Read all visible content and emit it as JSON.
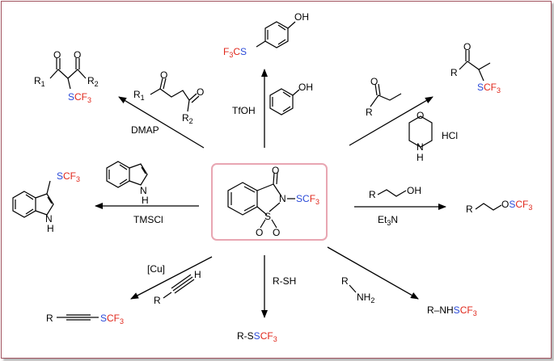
{
  "center_reagent": {
    "N": "N",
    "S": "S",
    "C": "C",
    "F": "F",
    "sub3": "3",
    "O1": "O",
    "O2": "O",
    "O3": "O"
  },
  "reactions": {
    "top": {
      "reagent_label": "TfOH",
      "oh": "OH",
      "product": {
        "F": "F",
        "sub3": "3",
        "C": "C",
        "S": "S",
        "oh": "OH"
      }
    },
    "top_left": {
      "reagent_label": "DMAP",
      "reagent": {
        "R1": "R",
        "s1": "1",
        "R2": "R",
        "s2": "2"
      },
      "product": {
        "R1": "R",
        "s1": "1",
        "R2": "R",
        "s2": "2",
        "S": "S",
        "CF": "CF",
        "sub3": "3"
      }
    },
    "top_right": {
      "reagent_label": "HCl",
      "reagent": {
        "R": "R",
        "O": "O",
        "N": "N",
        "H": "H"
      },
      "product": {
        "R": "R",
        "S": "S",
        "CF": "CF",
        "sub3": "3"
      }
    },
    "left": {
      "reagent_label": "TMSCl",
      "reagent": {
        "N": "N",
        "H": "H"
      },
      "product": {
        "S": "S",
        "CF": "CF",
        "sub3": "3",
        "N": "N",
        "H": "H"
      }
    },
    "right": {
      "reagent_label": "Et",
      "reagent_label_sub": "3",
      "reagent_label_N": "N",
      "reagent": {
        "R": "R",
        "OH": "OH"
      },
      "product": {
        "R": "R",
        "O": "O",
        "S": "S",
        "CF": "CF",
        "sub3": "3"
      }
    },
    "bottom_left": {
      "reagent_label": "[Cu]",
      "reagent": {
        "R": "R",
        "H": "H"
      },
      "product": {
        "R": "R",
        "S": "S",
        "CF": "CF",
        "sub3": "3"
      }
    },
    "bottom": {
      "reagent_label": "R-SH",
      "product": {
        "R": "R-S",
        "S": "S",
        "CF": "CF",
        "sub3": "3"
      }
    },
    "bottom_right": {
      "reagent": {
        "R": "R",
        "NH": "NH",
        "sub2": "2"
      },
      "product": {
        "R": "R–NH",
        "S": "S",
        "CF": "CF",
        "sub3": "3"
      }
    }
  },
  "colors": {
    "sulfur_blue": "#2a4ad8",
    "fluoro_red": "#e0271b",
    "frame": "#a0525e",
    "highlight_box": "#e8a6b2"
  }
}
